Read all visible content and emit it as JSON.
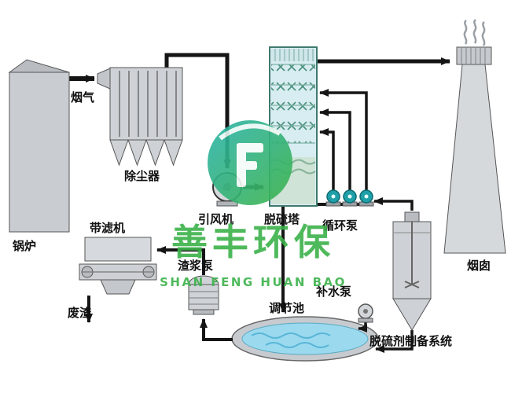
{
  "diagram": {
    "labels": {
      "boiler": "锅炉",
      "flue_gas": "烟气",
      "dust_collector": "除尘器",
      "id_fan": "引风机",
      "desulfurization_tower": "脱硫塔",
      "circulation_pump": "循环泵",
      "chimney": "烟囱",
      "belt_filter": "带滤机",
      "slurry_pump": "渣浆泵",
      "waste_residue": "废渣",
      "adjustment_pool": "调节池",
      "water_supply_pump": "补水泵",
      "desulfurizer_prep_system": "脱硫剂制备系统"
    },
    "watermark": {
      "brand_cn": "善丰环保",
      "brand_en": "SHAN FENG HUAN BAO"
    },
    "colors": {
      "pipe_black": "#151515",
      "equipment_gray": "#ced2d6",
      "tower_blue": "#d8edf1",
      "pump_teal": "#1f9fa8",
      "pool_water": "#9bd9ee",
      "brand_green": "#3bb24a"
    }
  }
}
